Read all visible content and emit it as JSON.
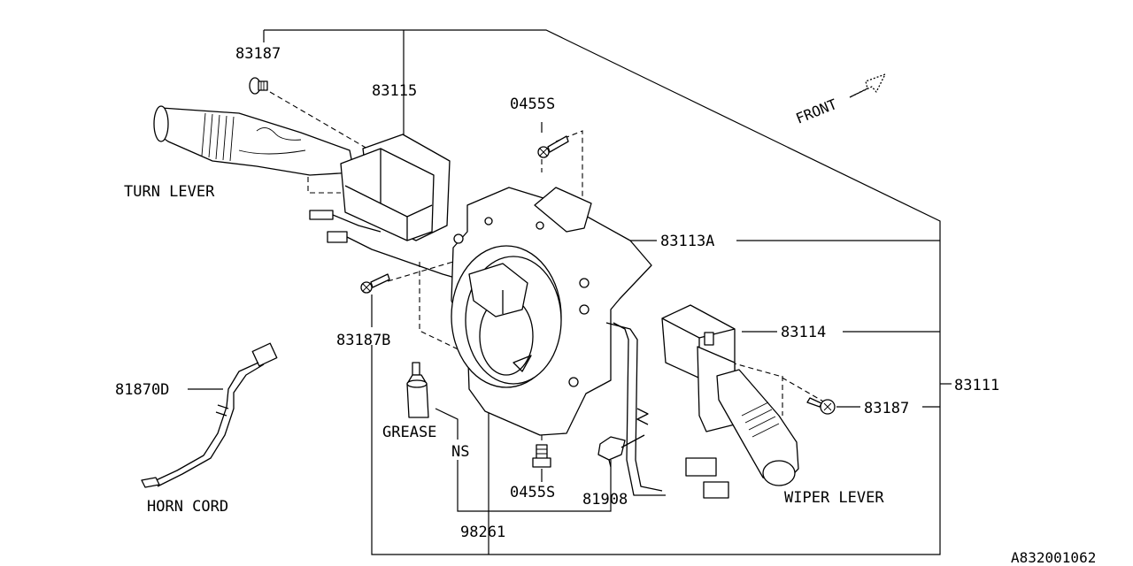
{
  "diagram": {
    "labels": {
      "p83187_top": "83187",
      "p83115": "83115",
      "p0455s_top": "0455S",
      "turn_lever": "TURN LEVER",
      "p83113a": "83113A",
      "p83187b": "83187B",
      "p83114": "83114",
      "p81870d": "81870D",
      "p83111": "83111",
      "grease": "GREASE",
      "ns": "NS",
      "p83187_right": "83187",
      "p0455s_bottom": "0455S",
      "p81908": "81908",
      "wiper_lever": "WIPER LEVER",
      "horn_cord": "HORN CORD",
      "p98261": "98261",
      "front": "FRONT",
      "drawing_id": "A832001062"
    }
  }
}
